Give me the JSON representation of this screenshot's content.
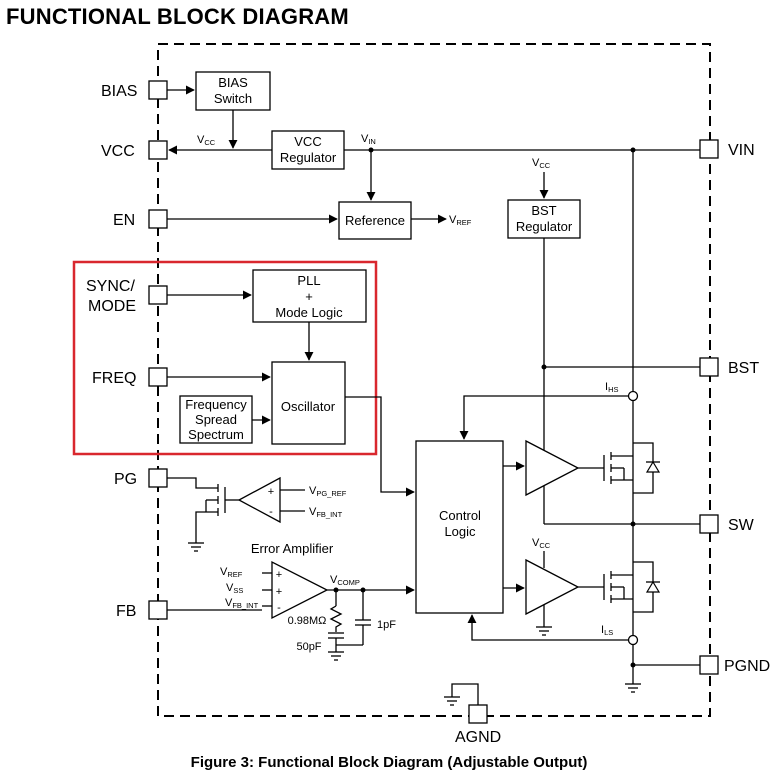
{
  "title": "FUNCTIONAL BLOCK DIAGRAM",
  "caption": "Figure 3: Functional Block Diagram (Adjustable Output)",
  "pins": {
    "bias": "BIAS",
    "vcc": "VCC",
    "en": "EN",
    "sync_mode_1": "SYNC/",
    "sync_mode_2": "MODE",
    "freq": "FREQ",
    "pg": "PG",
    "fb": "FB",
    "vin": "VIN",
    "bst": "BST",
    "sw": "SW",
    "pgnd": "PGND",
    "agnd": "AGND"
  },
  "blocks": {
    "bias_switch_1": "BIAS",
    "bias_switch_2": "Switch",
    "vcc_regulator_1": "VCC",
    "vcc_regulator_2": "Regulator",
    "reference": "Reference",
    "bst_regulator_1": "BST",
    "bst_regulator_2": "Regulator",
    "pll_1": "PLL",
    "pll_2": "+",
    "pll_3": "Mode Logic",
    "oscillator": "Oscillator",
    "fss_1": "Frequency",
    "fss_2": "Spread",
    "fss_3": "Spectrum",
    "control_logic_1": "Control",
    "control_logic_2": "Logic",
    "error_amplifier": "Error Amplifier"
  },
  "signals": {
    "vcc_main": "V",
    "vcc_sub": "CC",
    "vin_main": "V",
    "vin_sub": "IN",
    "vref_main": "V",
    "vref_sub": "REF",
    "bst_vcc_main": "V",
    "bst_vcc_sub": "CC",
    "ihs_main": "I",
    "ihs_sub": "HS",
    "ils_main": "I",
    "ils_sub": "LS",
    "lsd_vcc_main": "V",
    "lsd_vcc_sub": "CC",
    "vpgref_main": "V",
    "vpgref_sub": "PG_REF",
    "vfbint_pg_main": "V",
    "vfbint_pg_sub": "FB_INT",
    "ea_vref_main": "V",
    "ea_vref_sub": "REF",
    "ea_vss_main": "V",
    "ea_vss_sub": "SS",
    "ea_vfbint_main": "V",
    "ea_vfbint_sub": "FB_INT",
    "vcomp_main": "V",
    "vcomp_sub": "COMP",
    "plus": "+",
    "minus": "-",
    "r_comp": "0.98MΩ",
    "c_comp": "50pF",
    "c_1pf": "1pF"
  },
  "colors": {
    "highlight": "#d9272e",
    "line": "#000000"
  }
}
